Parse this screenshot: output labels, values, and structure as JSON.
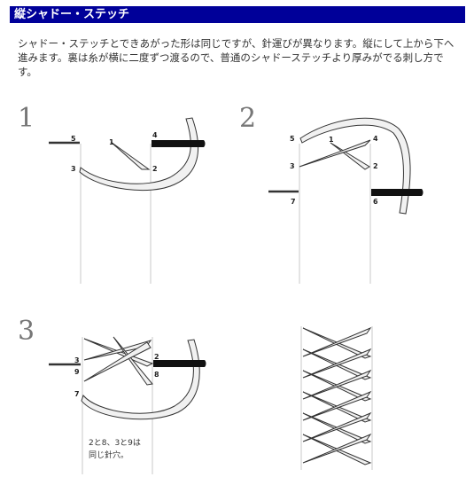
{
  "title": "縦シャドー・ステッチ",
  "intro": "シャドー・ステッチとできあがった形は同じですが、針運びが異なります。縦にして上から下へ進みます。裏は糸が横に二度ずつ渡るので、普通のシャドーステッチより厚みがでる刺し方です。",
  "steps": [
    {
      "num": "1",
      "labels": [
        "5",
        "1",
        "4",
        "3",
        "2"
      ]
    },
    {
      "num": "2",
      "labels": [
        "5",
        "1",
        "4",
        "3",
        "2",
        "7",
        "6"
      ]
    },
    {
      "num": "3",
      "labels": [
        "3",
        "9",
        "2",
        "8",
        "7"
      ],
      "note_lines": [
        "2と8、3と9は",
        "同じ針穴。"
      ]
    }
  ],
  "colors": {
    "title_bg": "#000099",
    "needle": "#111111",
    "thread_fill": "#f1f1f1"
  }
}
